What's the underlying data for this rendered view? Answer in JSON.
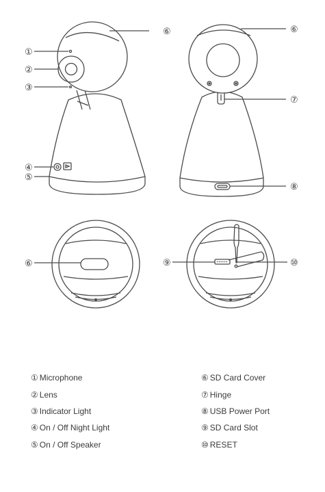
{
  "legend": {
    "left": [
      {
        "num": "①",
        "label": "Microphone"
      },
      {
        "num": "②",
        "label": "Lens"
      },
      {
        "num": "③",
        "label": "Indicator Light"
      },
      {
        "num": "④",
        "label": "On / Off Night Light"
      },
      {
        "num": "⑤",
        "label": "On / Off Speaker"
      }
    ],
    "right": [
      {
        "num": "⑥",
        "label": "SD Card Cover"
      },
      {
        "num": "⑦",
        "label": "Hinge"
      },
      {
        "num": "⑧",
        "label": "USB Power Port"
      },
      {
        "num": "⑨",
        "label": "SD Card Slot"
      },
      {
        "num": "⑩",
        "label": "RESET"
      }
    ]
  },
  "callouts": {
    "c1": "①",
    "c2": "②",
    "c3": "③",
    "c4": "④",
    "c5": "⑤",
    "c6a": "⑥",
    "c6b": "⑥",
    "c6c": "⑥",
    "c7": "⑦",
    "c8": "⑧",
    "c9": "⑨",
    "c10": "⑩"
  }
}
